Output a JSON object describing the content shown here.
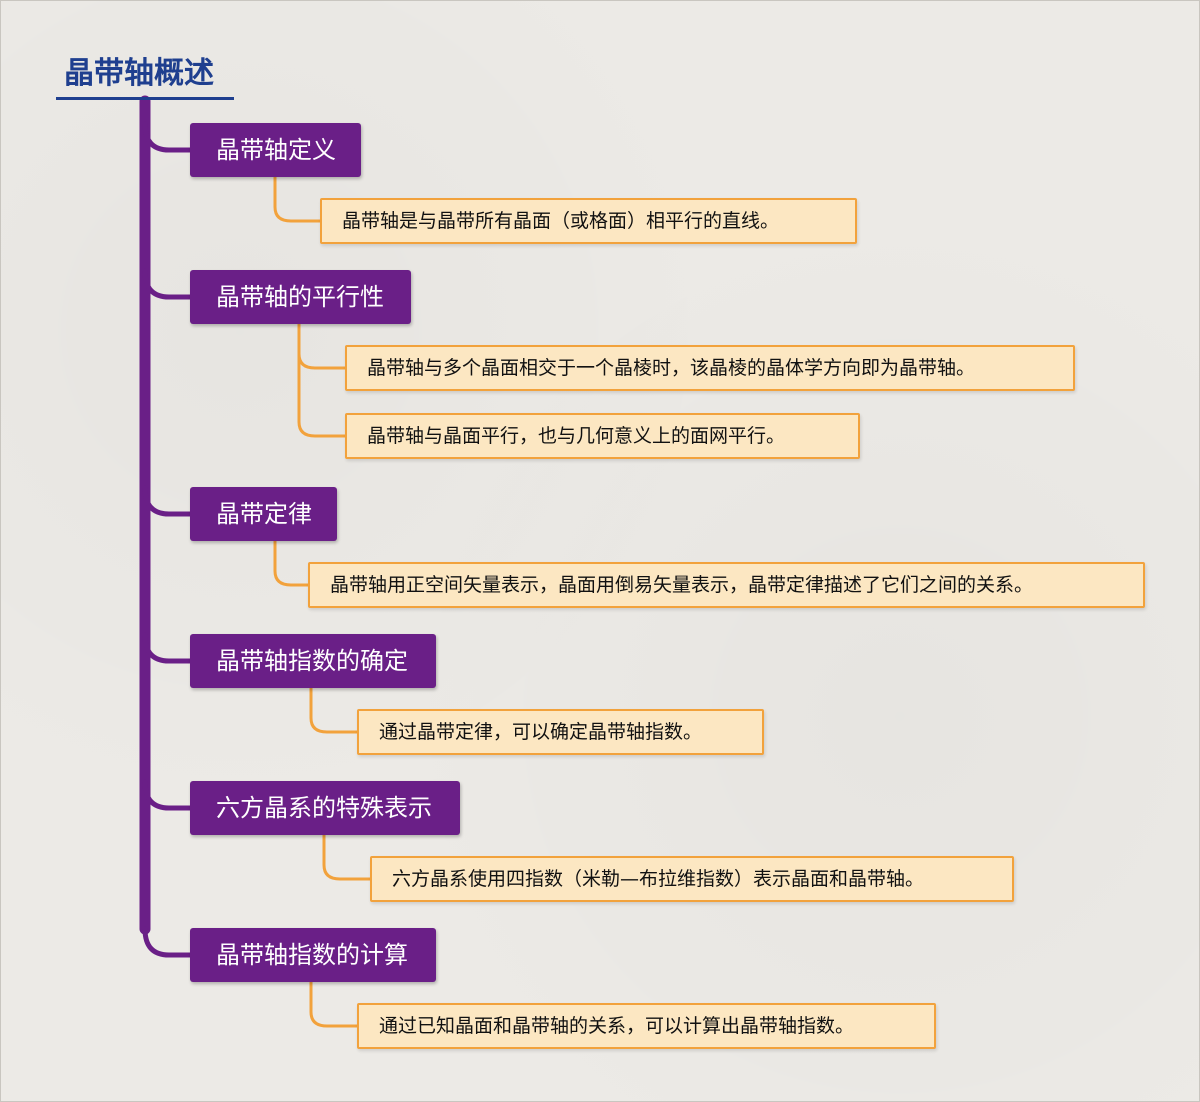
{
  "title": "晶带轴概述",
  "colors": {
    "title": "#1f3f8f",
    "section_bg": "#6a1f87",
    "spine": "#6a1f87",
    "detail_bg": "#fce7c2",
    "detail_border": "#f2a23c",
    "detail_connector": "#f2a23c"
  },
  "sections": [
    {
      "label": "晶带轴定义",
      "details": [
        "晶带轴是与晶带所有晶面（或格面）相平行的直线。"
      ]
    },
    {
      "label": "晶带轴的平行性",
      "details": [
        "晶带轴与多个晶面相交于一个晶棱时，该晶棱的晶体学方向即为晶带轴。",
        "晶带轴与晶面平行，也与几何意义上的面网平行。"
      ]
    },
    {
      "label": "晶带定律",
      "details": [
        "晶带轴用正空间矢量表示，晶面用倒易矢量表示，晶带定律描述了它们之间的关系。"
      ]
    },
    {
      "label": "晶带轴指数的确定",
      "details": [
        "通过晶带定律，可以确定晶带轴指数。"
      ]
    },
    {
      "label": "六方晶系的特殊表示",
      "details": [
        "六方晶系使用四指数（米勒—布拉维指数）表示晶面和晶带轴。"
      ]
    },
    {
      "label": "晶带轴指数的计算",
      "details": [
        "通过已知晶面和晶带轴的关系，可以计算出晶带轴指数。"
      ]
    }
  ]
}
